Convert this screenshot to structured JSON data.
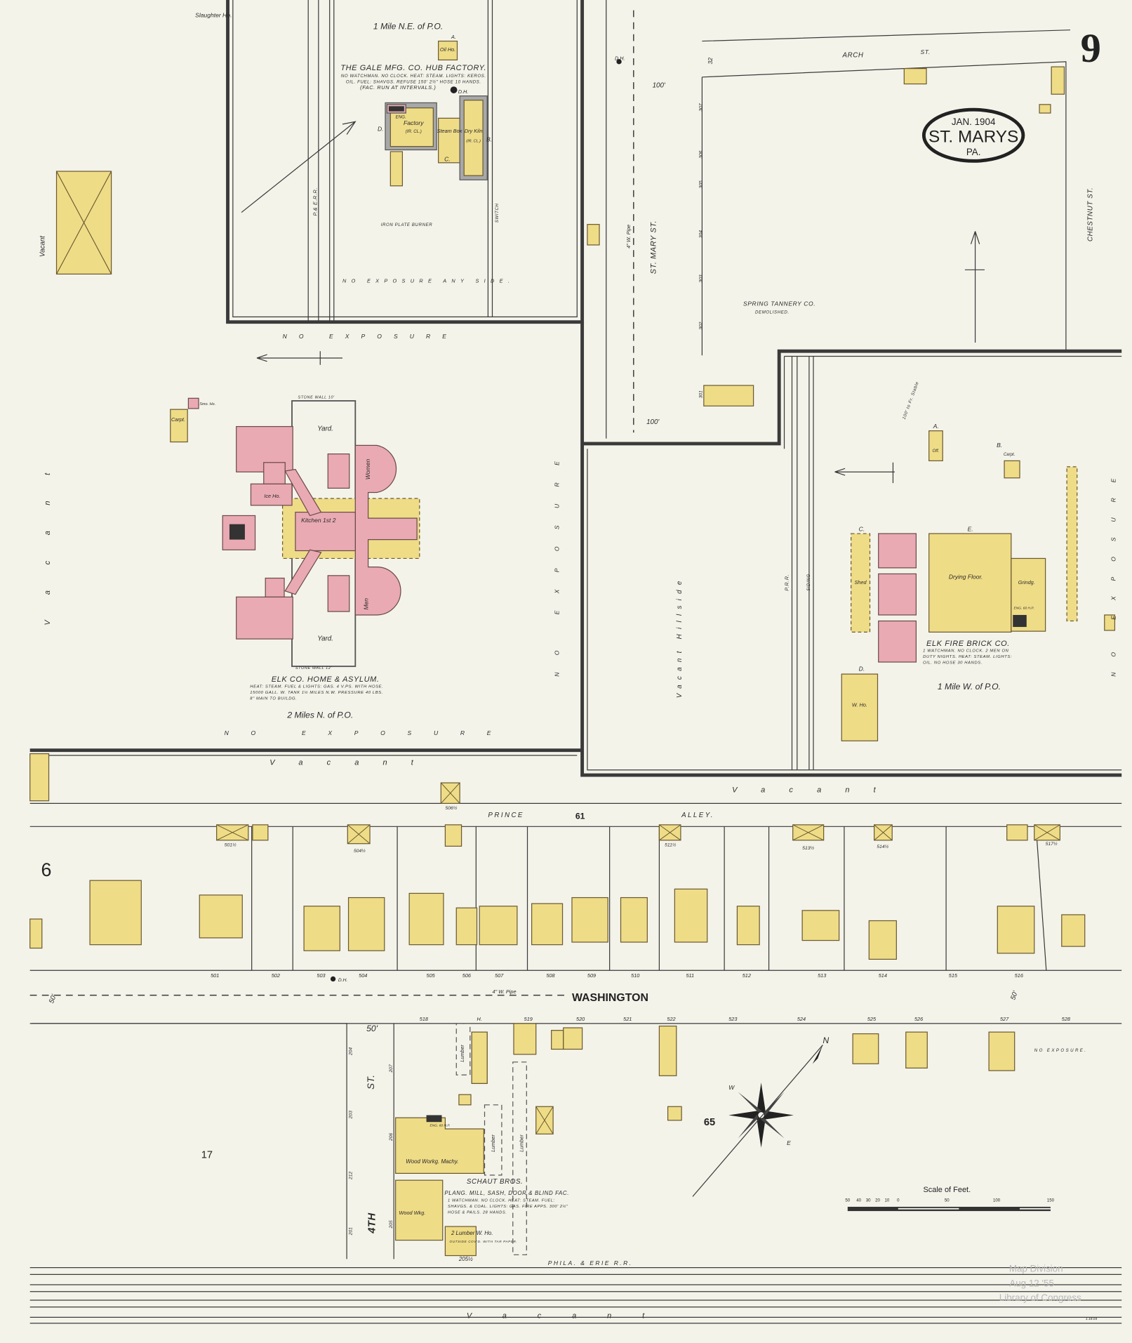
{
  "sheet": {
    "number": "9",
    "title_date": "JAN. 1904",
    "title_city": "ST. MARYS",
    "title_state": "PA.",
    "colors": {
      "paper": "#f4f3ea",
      "frame_building": "#efdc87",
      "brick_building": "#e9aab3",
      "ink": "#2a2a2a"
    }
  },
  "gale": {
    "slaughter": "Slaughter Ho.",
    "location": "1 Mile N.E. of P.O.",
    "name": "THE GALE MFG. CO. HUB FACTORY.",
    "detail1": "NO WATCHMAN. NO CLOCK. HEAT: STEAM. LIGHTS: KEROS.",
    "detail2": "OIL. FUEL: SHAVGS. REFUSE 150' 2½\" HOSE 10 HANDS.",
    "detail3": "(FAC. RUN AT INTERVALS.)",
    "oil_ho": "Oil Ho.",
    "factory": "Factory",
    "factory_sub": "(IR. CL.)",
    "eng": "ENG.",
    "steam_box": "Steam Box",
    "dry_kiln": "Dry Kiln",
    "kiln_sub": "(IR. CL.)",
    "burner": "IRON PLATE BURNER",
    "dh": "D.H.",
    "rr": "P.& E.R.R.",
    "switch": "SWITCH",
    "no_exposure_any": "NO EXPOSURE ANY SIDE.",
    "letter_a": "A.",
    "letter_b": "B.",
    "letter_c": "C.",
    "letter_d": "D."
  },
  "asylum": {
    "name": "ELK CO. HOME & ASYLUM.",
    "detail1": "HEAT: STEAM. FUEL & LIGHTS: GAS. 4 V.PS. WITH HOSE.",
    "detail2": "15000 GALL. W. TANK 1½ MILES N.W. PRESSURE 40 LBS.",
    "detail3": "8\" MAIN TO BUILDG.",
    "location": "2 Miles N. of P.O.",
    "wall_top": "STONE WALL 10'",
    "wall_bottom": "STONE WALL 12'",
    "yard": "Yard.",
    "kitchen": "Kitchen 1st 2",
    "women": "Women",
    "men": "Men",
    "ice_ho": "Ice Ho.",
    "carpt": "Carpt.",
    "smo_ho": "Smo. Ho."
  },
  "streets": {
    "st_mary": "ST. MARY ST.",
    "arch": "ARCH",
    "arch_st": "ST.",
    "chestnut": "CHESTNUT ST.",
    "pipe_vertical": "4\" W. Pipe",
    "prince": "PRINCE",
    "block_61": "61",
    "alley": "ALLEY.",
    "washington": "WASHINGTON",
    "pipe": "4\" W. Pipe",
    "fourth": "4TH",
    "fourth_st": "ST.",
    "phila_erie": "PHILA. & ERIE R.R.",
    "prr": "P.R.R.",
    "siding": "SIDING",
    "dist_100a": "100'",
    "dist_100b": "100'",
    "dist_50a": "50'",
    "dist_50b": "50'",
    "dist_50c": "50'",
    "dist_32": "32"
  },
  "areas": {
    "vacant": "Vacant",
    "vacant_hillside": "Vacant Hillside",
    "no_exposure": "NO EXPOSURE",
    "no_exposure_end": "NO EXPOSURE.",
    "tannery": "SPRING TANNERY CO.",
    "tannery_sub": "DEMOLISHED.",
    "block_6": "6",
    "block_17": "17",
    "block_65": "65",
    "stable": "100' to Fr. Stable"
  },
  "brick": {
    "name": "ELK FIRE BRICK CO.",
    "detail1": "1 WATCHMAN. NO CLOCK. 2 MEN ON",
    "detail2": "DUTY NIGHTS. HEAT: STEAM. LIGHTS:",
    "detail3": "OIL. NO HOSE 30 HANDS.",
    "location": "1 Mile W. of P.O.",
    "drying": "Drying Floor.",
    "shed": "Shed",
    "w_ho": "W. Ho.",
    "grindg": "Grindg.",
    "eng": "ENG. 60 H.P.",
    "off": "Off.",
    "carpt": "Carpt.",
    "letter_e": "E.",
    "letter_c": "C.",
    "letter_d": "D.",
    "letter_a": "A.",
    "letter_b": "B."
  },
  "addresses": {
    "north": [
      "501",
      "502",
      "503",
      "504",
      "505",
      "506",
      "507",
      "508",
      "509",
      "510",
      "511",
      "512",
      "513",
      "514",
      "515",
      "516"
    ],
    "south": [
      "518",
      "H.",
      "519",
      "520",
      "521",
      "522",
      "523",
      "524",
      "525",
      "526",
      "527",
      "528"
    ],
    "rear": [
      "506½",
      "501½",
      "504½",
      "511½",
      "513½",
      "514½",
      "517½"
    ],
    "fourth_st": [
      "204",
      "207",
      "203",
      "206",
      "212",
      "205",
      "201"
    ],
    "tannery_side": [
      "307",
      "306",
      "305",
      "304",
      "303",
      "302",
      "301"
    ],
    "dh": "D.H."
  },
  "schaut": {
    "name": "SCHAUT BROS.",
    "sub": "PLANG. MILL, SASH, DOOR & BLIND FAC.",
    "detail1": "1 WATCHMAN. NO CLOCK. HEAT: STEAM. FUEL:",
    "detail2": "SHAVGS. & COAL. LIGHTS: GAS. FIRE APPS. 300' 2½\"",
    "detail3": "HOSE & PAILS. 28 HANDS.",
    "wood_workg": "Wood Workg. Machy.",
    "wood_wkg": "Wood Wkg.",
    "lumber_who": "2 Lumber W. Ho.",
    "outside": "OUTSIDE COV'D. WITH TAR PAPER.",
    "num": "205½",
    "lumber": "Lumber",
    "eng": "ENG. 60 H.P."
  },
  "scale": {
    "title": "Scale of Feet.",
    "ticks": [
      "50",
      "40",
      "30",
      "20",
      "10",
      "0",
      "50",
      "100",
      "150"
    ]
  },
  "stamp": {
    "line1": "Map Division",
    "line2": "Aug 12 '55",
    "line3": "Library of Congress",
    "initials": "1.18.04"
  },
  "compass": {
    "n": "N",
    "w": "W",
    "e": "E"
  }
}
